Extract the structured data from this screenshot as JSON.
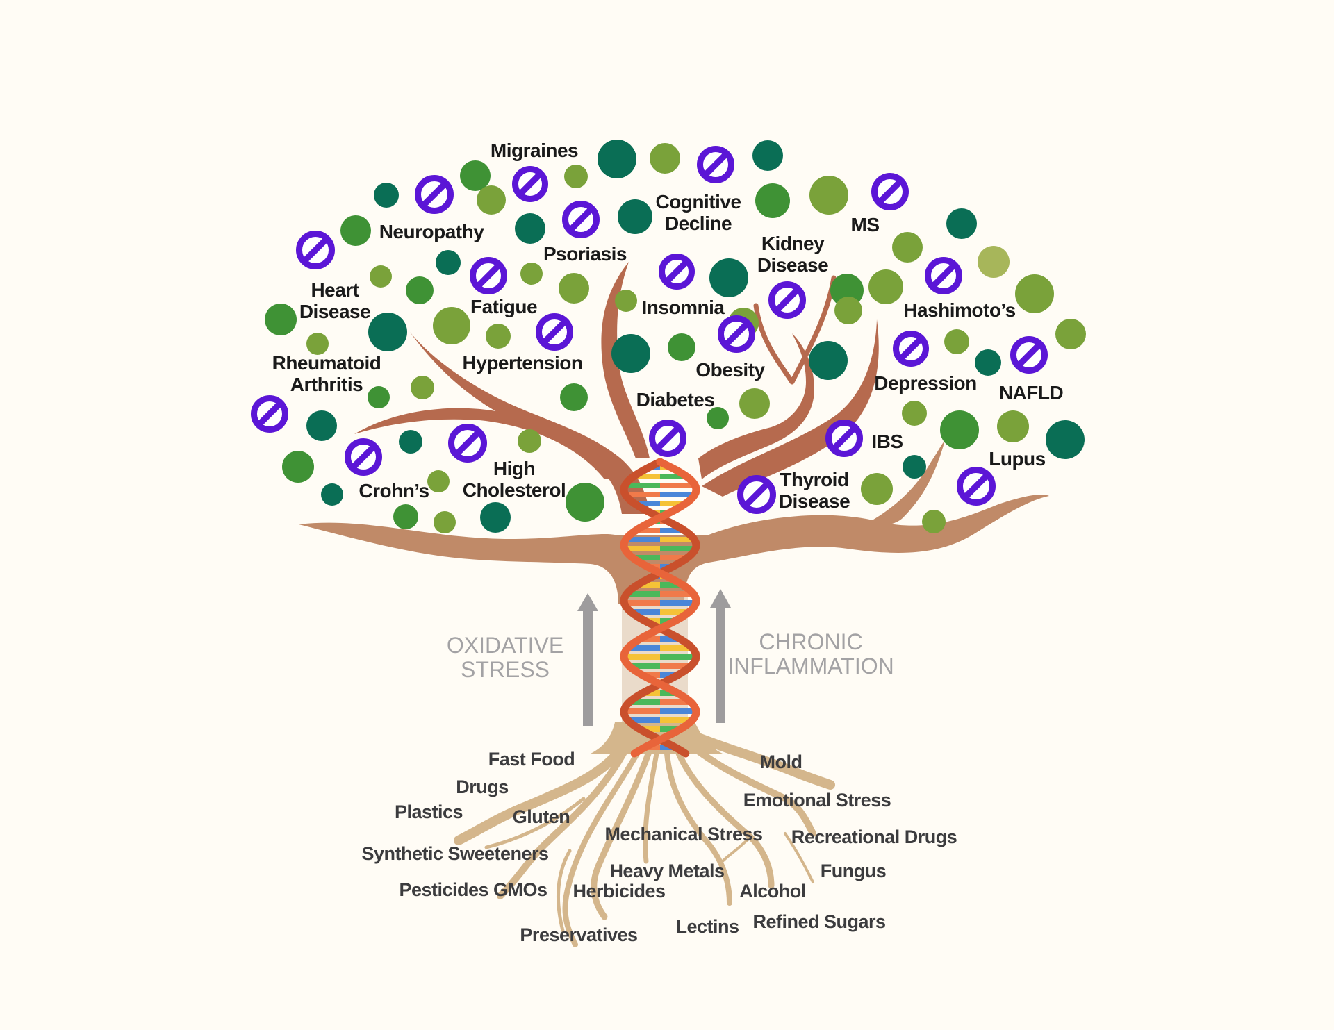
{
  "title": "Tree of disease rooted in oxidative stress and chronic inflammation",
  "colors": {
    "background": "#fffcf5",
    "leaf_dark": "#0a6e55",
    "leaf_mid": "#3f9235",
    "leaf_olive": "#7aa23a",
    "leaf_pale": "#a7b65a",
    "no_symbol": "#5b16d6",
    "branch": "#b66a4e",
    "trunk": "#c08a68",
    "root": "#d4b68c",
    "disease_text": "#1a1a1a",
    "cause_text": "#3c3c3e",
    "force_text": "#a3a2a4",
    "arrow": "#9e9c9d",
    "dna_strand": "#e8643a",
    "dna_bases": [
      "#4a86d8",
      "#f5c237",
      "#4bb85a",
      "#f07a4a",
      "#ffffff"
    ]
  },
  "diseases": [
    {
      "id": "migraines",
      "lines": [
        "Migraines"
      ]
    },
    {
      "id": "neuropathy",
      "lines": [
        "Neuropathy"
      ]
    },
    {
      "id": "cognitive-decline",
      "lines": [
        "Cognitive",
        "Decline"
      ]
    },
    {
      "id": "ms",
      "lines": [
        "MS"
      ]
    },
    {
      "id": "kidney-disease",
      "lines": [
        "Kidney",
        "Disease"
      ]
    },
    {
      "id": "psoriasis",
      "lines": [
        "Psoriasis"
      ]
    },
    {
      "id": "heart-disease",
      "lines": [
        "Heart",
        "Disease"
      ]
    },
    {
      "id": "fatigue",
      "lines": [
        "Fatigue"
      ]
    },
    {
      "id": "insomnia",
      "lines": [
        "Insomnia"
      ]
    },
    {
      "id": "hashimotos",
      "lines": [
        "Hashimoto’s"
      ]
    },
    {
      "id": "rheumatoid-arthritis",
      "lines": [
        "Rheumatoid",
        "Arthritis"
      ]
    },
    {
      "id": "hypertension",
      "lines": [
        "Hypertension"
      ]
    },
    {
      "id": "obesity",
      "lines": [
        "Obesity"
      ]
    },
    {
      "id": "depression",
      "lines": [
        "Depression"
      ]
    },
    {
      "id": "nafld",
      "lines": [
        "NAFLD"
      ]
    },
    {
      "id": "diabetes",
      "lines": [
        "Diabetes"
      ]
    },
    {
      "id": "ibs",
      "lines": [
        "IBS"
      ]
    },
    {
      "id": "high-cholesterol",
      "lines": [
        "High",
        "Cholesterol"
      ]
    },
    {
      "id": "crohns",
      "lines": [
        "Crohn’s"
      ]
    },
    {
      "id": "lupus",
      "lines": [
        "Lupus"
      ]
    },
    {
      "id": "thyroid-disease",
      "lines": [
        "Thyroid",
        "Disease"
      ]
    }
  ],
  "forces": {
    "left": {
      "lines": [
        "OXIDATIVE",
        "STRESS"
      ],
      "arrow": "up-arrow-icon"
    },
    "right": {
      "lines": [
        "CHRONIC",
        "INFLAMMATION"
      ],
      "arrow": "up-arrow-icon"
    }
  },
  "causes": [
    {
      "id": "fast-food",
      "label": "Fast Food"
    },
    {
      "id": "drugs",
      "label": "Drugs"
    },
    {
      "id": "plastics",
      "label": "Plastics"
    },
    {
      "id": "gluten",
      "label": "Gluten"
    },
    {
      "id": "synthetic-sweeteners",
      "label": "Synthetic Sweeteners"
    },
    {
      "id": "pesticides-gmos",
      "label": "Pesticides GMOs"
    },
    {
      "id": "herbicides",
      "label": "Herbicides"
    },
    {
      "id": "preservatives",
      "label": "Preservatives"
    },
    {
      "id": "mechanical-stress",
      "label": "Mechanical Stress"
    },
    {
      "id": "heavy-metals",
      "label": "Heavy Metals"
    },
    {
      "id": "lectins",
      "label": "Lectins"
    },
    {
      "id": "mold",
      "label": "Mold"
    },
    {
      "id": "emotional-stress",
      "label": "Emotional Stress"
    },
    {
      "id": "recreational-drugs",
      "label": "Recreational Drugs"
    },
    {
      "id": "fungus",
      "label": "Fungus"
    },
    {
      "id": "alcohol",
      "label": "Alcohol"
    },
    {
      "id": "refined-sugars",
      "label": "Refined Sugars"
    }
  ],
  "leaves": {
    "kinds": [
      "dark",
      "mid",
      "olive",
      "pale",
      "no"
    ],
    "sequence": [
      "dark",
      "no",
      "mid",
      "no",
      "olive",
      "dark",
      "olive",
      "no",
      "dark",
      "mid",
      "olive",
      "dark",
      "no",
      "dark",
      "mid",
      "no",
      "olive",
      "dark",
      "no",
      "dark",
      "olive",
      "no",
      "olive",
      "mid",
      "olive",
      "no",
      "dark",
      "mid",
      "olive",
      "mid",
      "olive",
      "mid",
      "dark",
      "olive",
      "no",
      "dark",
      "no",
      "mid",
      "olive",
      "pale",
      "olive",
      "olive",
      "dark",
      "olive",
      "olive",
      "mid",
      "no",
      "no",
      "olive",
      "no",
      "dark",
      "dark",
      "no",
      "olive",
      "olive",
      "no",
      "dark",
      "mid",
      "olive",
      "olive",
      "olive",
      "mid",
      "dark",
      "mid",
      "olive",
      "no",
      "mid",
      "olive",
      "mid",
      "no",
      "olive",
      "mid",
      "dark",
      "no",
      "dark",
      "mid",
      "dark",
      "no",
      "olive",
      "no",
      "olive",
      "dark",
      "olive",
      "mid",
      "olive",
      "mid",
      "dark",
      "olive",
      "no",
      "olive",
      "mid"
    ]
  }
}
